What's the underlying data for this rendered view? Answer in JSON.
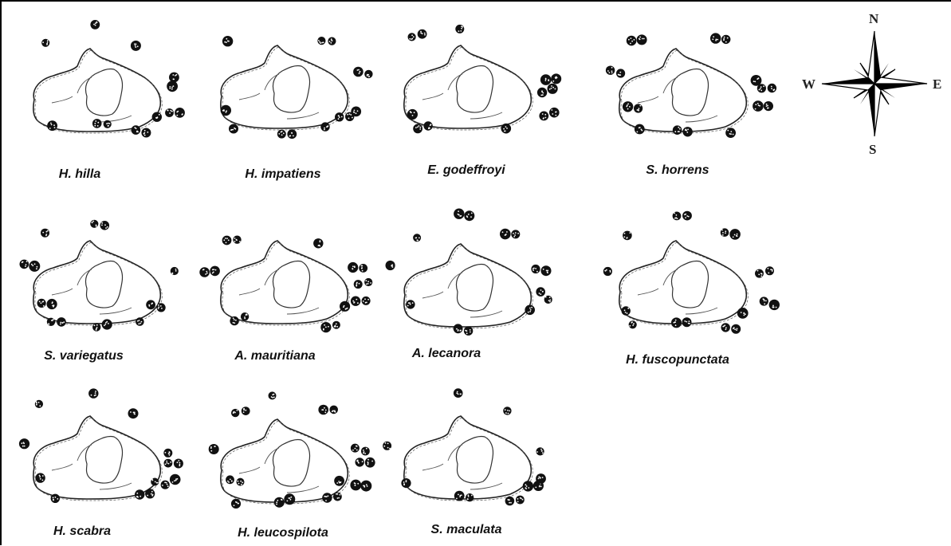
{
  "compass": {
    "north": "N",
    "south": "S",
    "east": "E",
    "west": "W"
  },
  "panels": [
    {
      "label": "H. hilla"
    },
    {
      "label": "H. impatiens"
    },
    {
      "label": "E. godeffroyi"
    },
    {
      "label": "S. horrens"
    },
    {
      "label": "S. variegatus"
    },
    {
      "label": "A. mauritiana"
    },
    {
      "label": "A. lecanora"
    },
    {
      "label": "H. fuscopunctata"
    },
    {
      "label": "H. scabra"
    },
    {
      "label": "H. leucospilota"
    },
    {
      "label": "S. maculata"
    }
  ]
}
